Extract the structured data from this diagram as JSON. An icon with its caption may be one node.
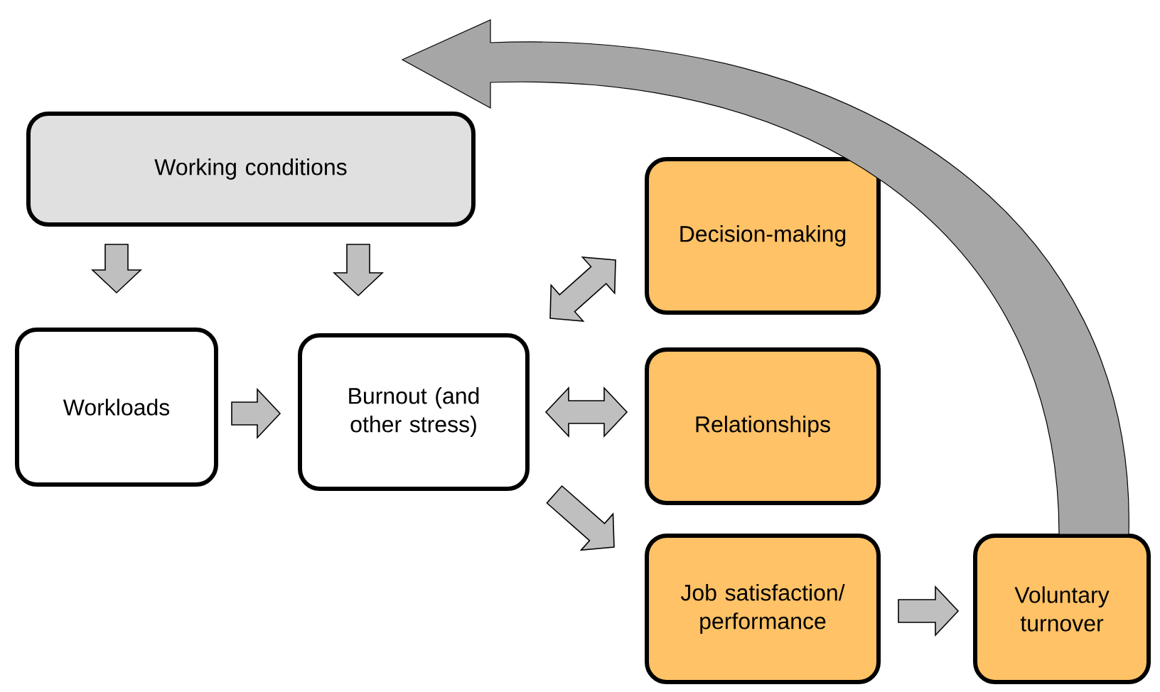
{
  "diagram": {
    "nodes": [
      {
        "text": [
          "Working conditions"
        ]
      },
      {
        "text": [
          "Workloads"
        ]
      },
      {
        "text": [
          "Burnout (and other stress)"
        ]
      },
      {
        "text": [
          "Decision-making"
        ]
      },
      {
        "text": [
          "Relationships"
        ]
      },
      {
        "text": [
          "Job satisfaction/ performance"
        ]
      },
      {
        "text": [
          "Voluntary turnover"
        ]
      }
    ],
    "edges": [
      {
        "from": 0,
        "to": 1,
        "arrow": "to"
      },
      {
        "from": 0,
        "to": 2,
        "arrow": "to"
      },
      {
        "from": 1,
        "to": 2,
        "arrow": "to"
      },
      {
        "from": 2,
        "to": 3,
        "arrow": "both"
      },
      {
        "from": 2,
        "to": 4,
        "arrow": "both"
      },
      {
        "from": 2,
        "to": 5,
        "arrow": "to"
      },
      {
        "from": 5,
        "to": 6,
        "arrow": "to"
      },
      {
        "from": 6,
        "to": 0,
        "arrow": "to",
        "style": "thick",
        "color": "#a6a6a6"
      }
    ]
  }
}
